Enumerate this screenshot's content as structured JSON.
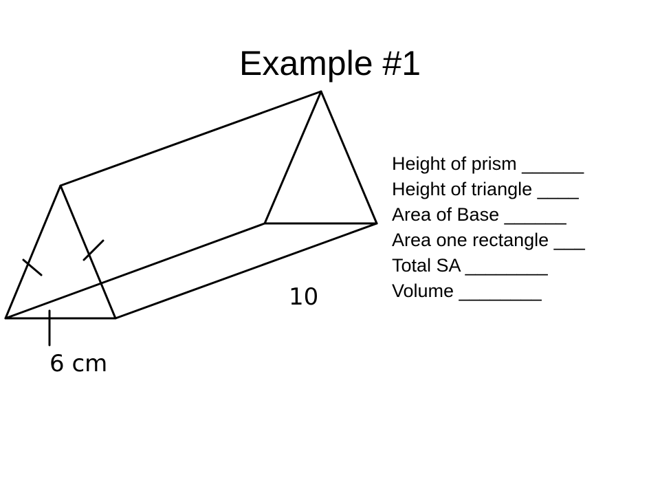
{
  "slide": {
    "title": "Example #1"
  },
  "diagram": {
    "label_length": "10",
    "label_base": "6 cm"
  },
  "questions": [
    "Height of prism ______",
    "Height of triangle ____",
    "Area of Base ______",
    "Area one rectangle ___",
    "Total SA ________",
    "Volume ________"
  ]
}
